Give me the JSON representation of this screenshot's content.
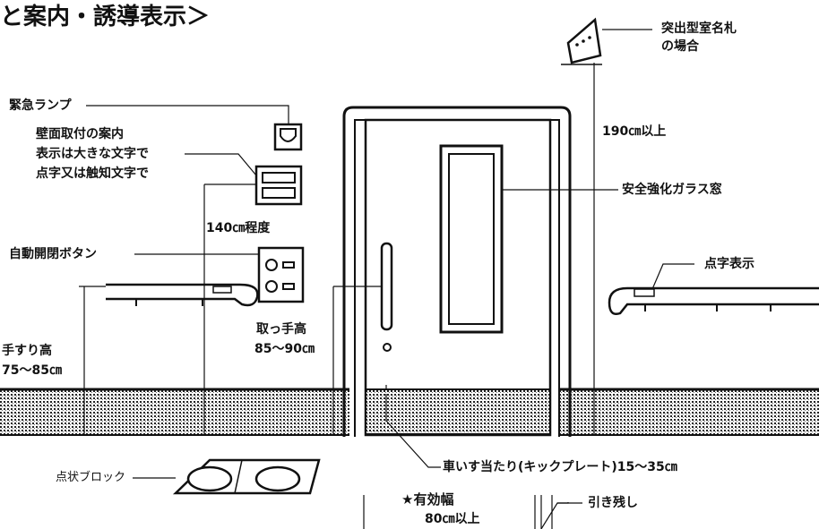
{
  "title": "と案内・誘導表示＞",
  "labels": {
    "room_name_plate": "突出型室名札",
    "room_name_plate_2": "の場合",
    "emergency_lamp": "緊急ランプ",
    "wall_guide_1": "壁面取付の案内",
    "wall_guide_2": "表示は大きな文字で",
    "wall_guide_3": "点字又は触知文字で",
    "height_140": "140㎝程度",
    "height_190": "190㎝以上",
    "safety_glass": "安全強化ガラス窓",
    "auto_button": "自動開閉ボタン",
    "braille_display": "点字表示",
    "handle_height_1": "取っ手高",
    "handle_height_2": "85〜90㎝",
    "handrail_height_1": "手すり高",
    "handrail_height_2": "75〜85㎝",
    "tactile_block": "点状ブロック",
    "kick_plate": "車いす当たり(キックプレート)15〜35㎝",
    "effective_width_1": "★有効幅",
    "effective_width_2": "80㎝以上",
    "pull_remaining": "引き残し"
  }
}
